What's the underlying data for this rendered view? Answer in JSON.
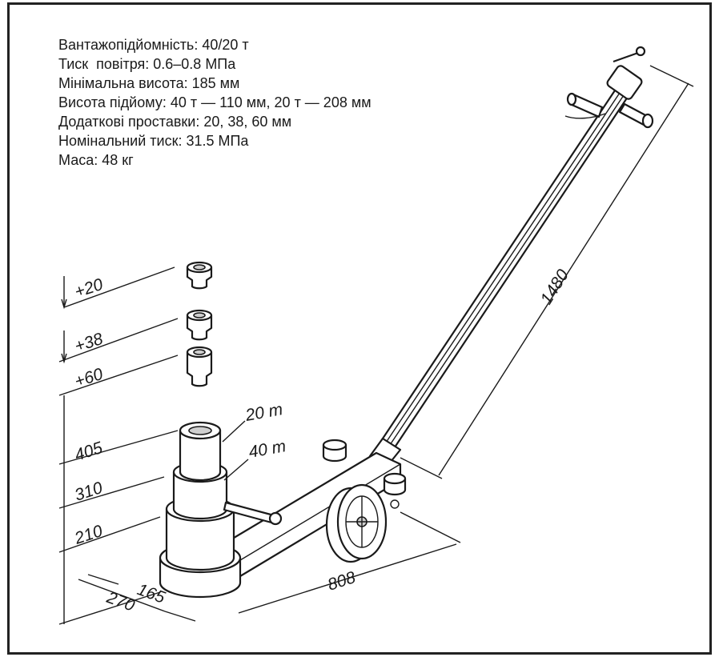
{
  "specs": [
    "Вантажопідйомність: 40/20 т",
    "Тиск  повітря: 0.6–0.8 МПа",
    "Мінімальна висота: 185 мм",
    "Висота підйому: 40 т — 110 мм, 20 т — 208 мм",
    "Додаткові проставки: 20, 38, 60 мм",
    "Номінальний тиск: 31.5 МПа",
    "Маса: 48 кг"
  ],
  "dimensions": {
    "handle_length": "1480",
    "spacer_20": "+20",
    "spacer_38": "+38",
    "spacer_60": "+60",
    "height_405": "405",
    "height_310": "310",
    "height_210": "210",
    "length_808": "808",
    "width_270": "270",
    "width_165": "165"
  },
  "labels": {
    "stage_20t": "20 т",
    "stage_40t": "40 т"
  },
  "colors": {
    "ink": "#1a1a1a",
    "frame": "#222222",
    "fill_gray": "#cfcfcf"
  }
}
